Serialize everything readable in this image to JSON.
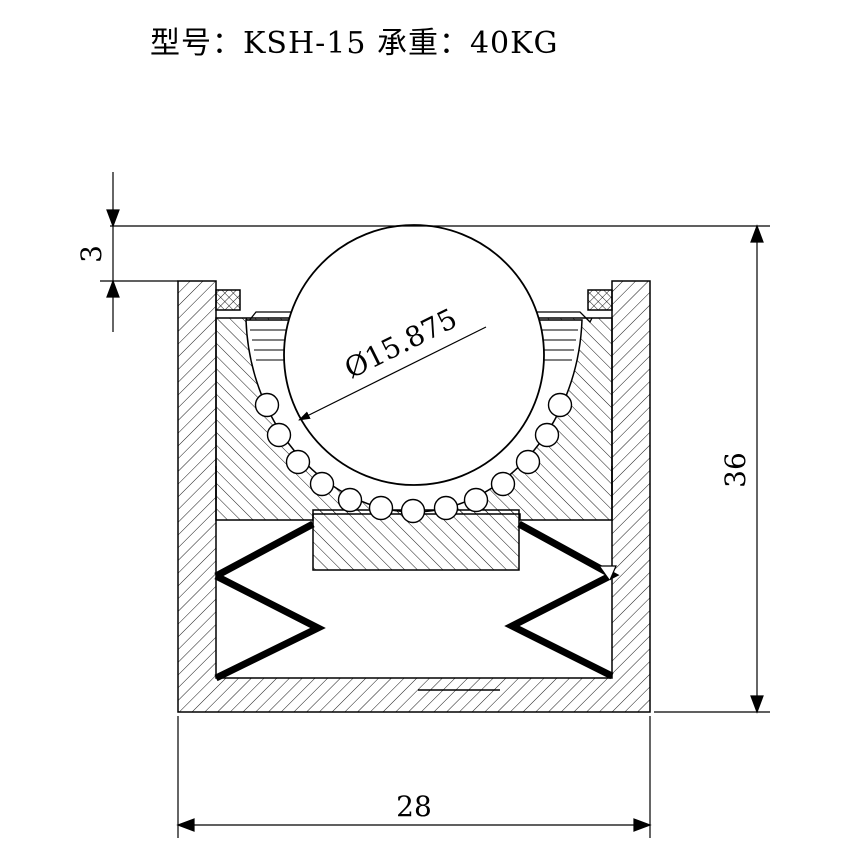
{
  "header": {
    "title": "型号：KSH-15 承重：40KG"
  },
  "drawing": {
    "ball_diameter_label": "Ø15.875",
    "dim_height_label": "36",
    "dim_width_label": "28",
    "dim_protrusion_label": "3"
  },
  "colors": {
    "line": "#000000",
    "background": "#ffffff"
  }
}
